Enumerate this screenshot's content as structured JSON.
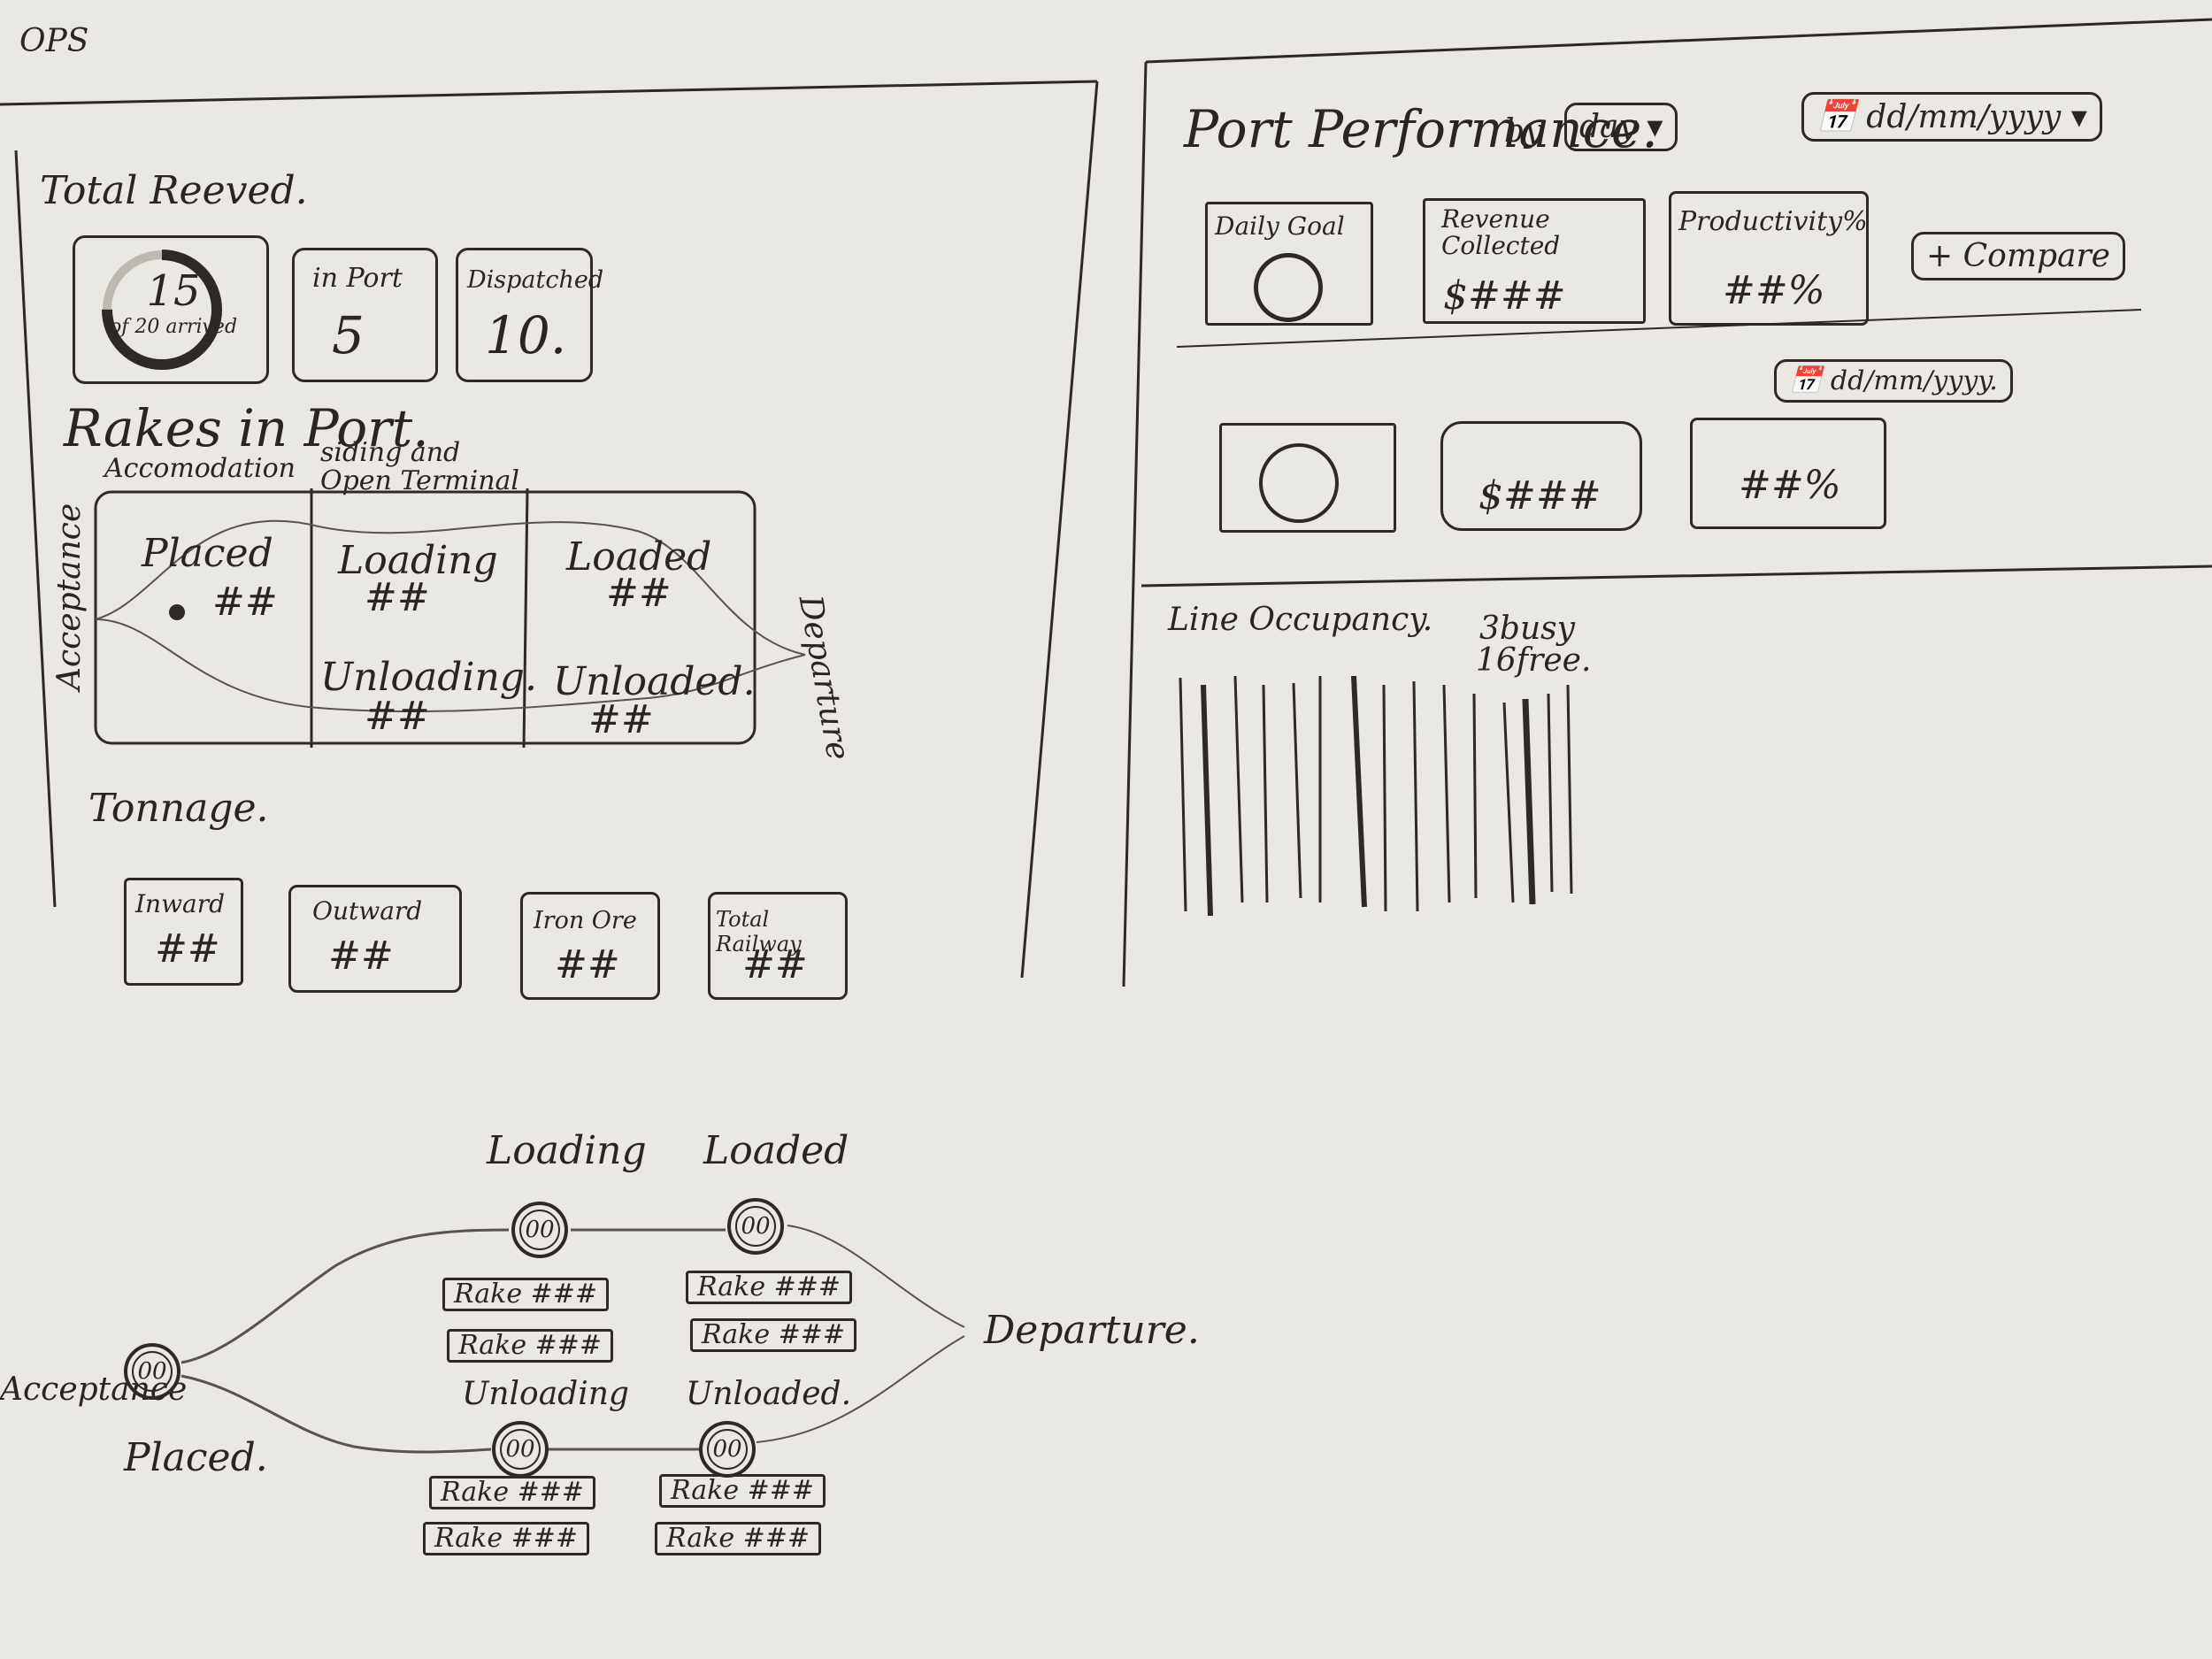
{
  "ops_label": "OPS",
  "left_panel": {
    "total_received_title": "Total Reeved.",
    "kpis": {
      "received": {
        "value": "15",
        "sub": "of 20 arrived",
        "progress": 0.75
      },
      "in_port": {
        "label": "in Port",
        "value": "5"
      },
      "dispatched": {
        "label": "Dispatched",
        "value": "10."
      }
    },
    "rakes_title": "Rakes in Port.",
    "zone_headers": {
      "accommodation": "Accomodation",
      "siding": "siding and Open Terminal"
    },
    "side_labels": {
      "acceptance": "Acceptance",
      "departure": "Departure"
    },
    "cells": {
      "placed": {
        "label": "Placed",
        "value": "##"
      },
      "loading": {
        "label": "Loading",
        "value": "##"
      },
      "loaded": {
        "label": "Loaded",
        "value": "##"
      },
      "unloading": {
        "label": "Unloading.",
        "value": "##"
      },
      "unloaded": {
        "label": "Unloaded.",
        "value": "##"
      }
    },
    "tonnage_title": "Tonnage.",
    "tonnage": [
      {
        "label": "Inward",
        "value": "##"
      },
      {
        "label": "Outward",
        "value": "##"
      },
      {
        "label": "Iron Ore",
        "value": "##"
      },
      {
        "label": "Total Railway",
        "value": "##"
      }
    ]
  },
  "right_panel": {
    "title": "Port Performance.",
    "by_label": "by",
    "period_select": "day",
    "date_picker": "dd/mm/yyyy",
    "compare_date_picker": "dd/mm/yyyy.",
    "cards": {
      "daily_goal": {
        "label": "Daily Goal"
      },
      "revenue": {
        "label": "Revenue Collected",
        "value": "$###"
      },
      "productivity": {
        "label": "Productivity%",
        "value": "##%"
      }
    },
    "compare_button": "+ Compare",
    "compare_cards": {
      "revenue": "$###",
      "productivity": "##%"
    },
    "line_occupancy": {
      "title": "Line Occupancy.",
      "busy": "3busy",
      "free": "16free."
    }
  },
  "flow": {
    "acceptance": "Acceptance",
    "placed": "Placed.",
    "loading": "Loading",
    "loaded": "Loaded",
    "unloading": "Unloading",
    "unloaded": "Unloaded.",
    "departure": "Departure.",
    "node_text": "00",
    "rakes": {
      "loading": [
        "Rake ###",
        "Rake ###"
      ],
      "loaded": [
        "Rake ###",
        "Rake ###"
      ],
      "unloading": [
        "Rake ###",
        "Rake ###"
      ],
      "unloaded": [
        "Rake ###",
        "Rake ###"
      ]
    }
  }
}
